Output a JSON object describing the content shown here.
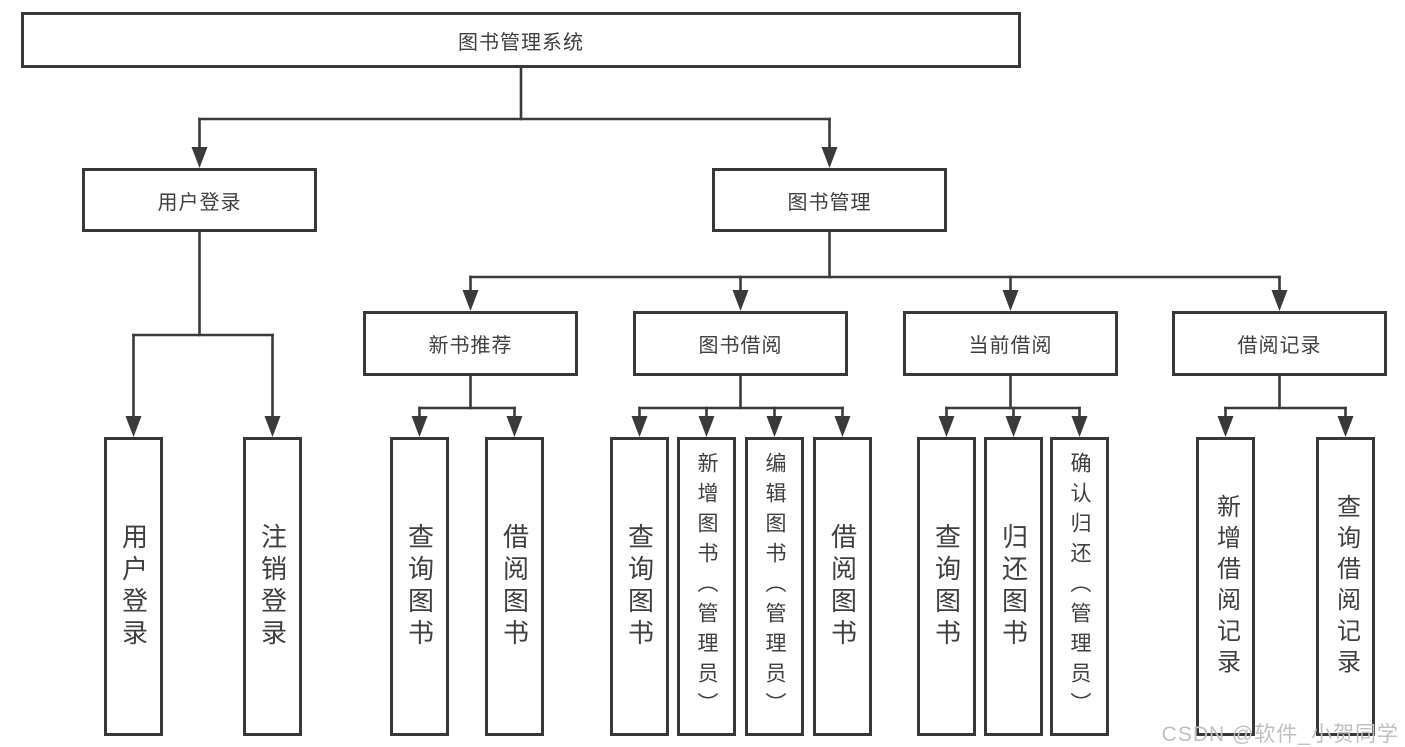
{
  "tree": {
    "root": {
      "label": "图书管理系统"
    },
    "branches": [
      {
        "label": "用户登录",
        "children": [
          {
            "label": "用户登录"
          },
          {
            "label": "注销登录"
          }
        ]
      },
      {
        "label": "图书管理",
        "children": [
          {
            "label": "新书推荐",
            "children": [
              {
                "label": "查询图书"
              },
              {
                "label": "借阅图书"
              }
            ]
          },
          {
            "label": "图书借阅",
            "children": [
              {
                "label": "查询图书"
              },
              {
                "label": "新增图书（管理员）"
              },
              {
                "label": "编辑图书（管理员）"
              },
              {
                "label": "借阅图书"
              }
            ]
          },
          {
            "label": "当前借阅",
            "children": [
              {
                "label": "查询图书"
              },
              {
                "label": "归还图书"
              },
              {
                "label": "确认归还（管理员）"
              }
            ]
          },
          {
            "label": "借阅记录",
            "children": [
              {
                "label": "新增借阅记录"
              },
              {
                "label": "查询借阅记录"
              }
            ]
          }
        ]
      }
    ]
  },
  "watermark": {
    "text": "CSDN @软件_小贺同学"
  },
  "colors": {
    "line": "#3a3a3a",
    "node_border": "#383838",
    "text": "#3f3f3f",
    "background": "#ffffff",
    "watermark": "#c0c0c0"
  }
}
